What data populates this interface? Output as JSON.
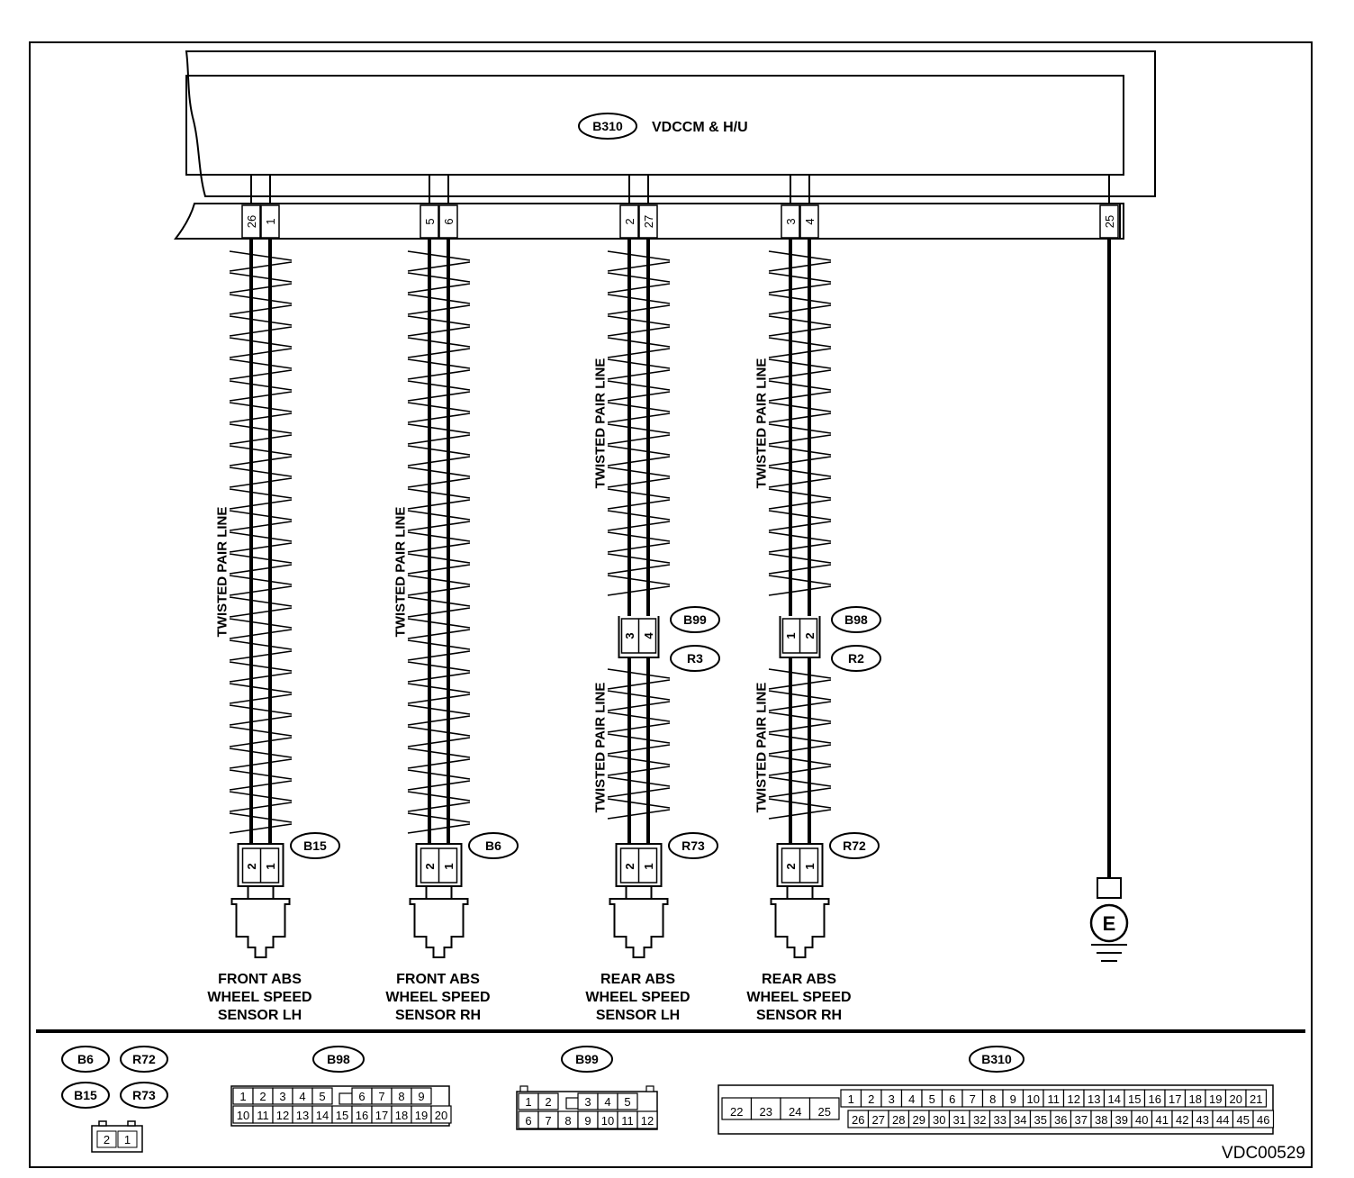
{
  "module": {
    "connector": "B310",
    "name": "VDCCM & H/U"
  },
  "harnesses": [
    {
      "id": "front-lh",
      "top_pins": [
        "26",
        "1"
      ],
      "twisted_label": "TWISTED PAIR LINE",
      "sensor_connector": {
        "label": "B15",
        "pins": [
          "2",
          "1"
        ]
      },
      "sensor_name": [
        "FRONT ABS",
        "WHEEL SPEED",
        "SENSOR LH"
      ]
    },
    {
      "id": "front-rh",
      "top_pins": [
        "5",
        "6"
      ],
      "twisted_label": "TWISTED PAIR LINE",
      "sensor_connector": {
        "label": "B6",
        "pins": [
          "2",
          "1"
        ]
      },
      "sensor_name": [
        "FRONT ABS",
        "WHEEL SPEED",
        "SENSOR RH"
      ]
    },
    {
      "id": "rear-lh",
      "top_pins": [
        "2",
        "27"
      ],
      "twisted_label": "TWISTED PAIR LINE",
      "inline_connector": {
        "pins": [
          "3",
          "4"
        ],
        "upper_label": "B99",
        "lower_label": "R3"
      },
      "lower_twisted_label": "TWISTED PAIR LINE",
      "sensor_connector": {
        "label": "R73",
        "pins": [
          "2",
          "1"
        ]
      },
      "sensor_name": [
        "REAR ABS",
        "WHEEL SPEED",
        "SENSOR LH"
      ]
    },
    {
      "id": "rear-rh",
      "top_pins": [
        "3",
        "4"
      ],
      "twisted_label": "TWISTED PAIR LINE",
      "inline_connector": {
        "pins": [
          "1",
          "2"
        ],
        "upper_label": "B98",
        "lower_label": "R2"
      },
      "lower_twisted_label": "TWISTED PAIR LINE",
      "sensor_connector": {
        "label": "R72",
        "pins": [
          "2",
          "1"
        ]
      },
      "sensor_name": [
        "REAR ABS",
        "WHEEL SPEED",
        "SENSOR RH"
      ]
    }
  ],
  "ground": {
    "pin": "25",
    "symbol": "E"
  },
  "connector_views": {
    "small": {
      "labels": [
        "B6",
        "R72",
        "B15",
        "R73"
      ],
      "pins": [
        "2",
        "1"
      ]
    },
    "b98": {
      "label": "B98",
      "row1": [
        "1",
        "2",
        "3",
        "4",
        "5",
        "",
        "6",
        "7",
        "8",
        "9"
      ],
      "row2": [
        "10",
        "11",
        "12",
        "13",
        "14",
        "15",
        "16",
        "17",
        "18",
        "19",
        "20"
      ]
    },
    "b99": {
      "label": "B99",
      "row1": [
        "1",
        "2",
        "",
        "3",
        "4",
        "5"
      ],
      "row2": [
        "6",
        "7",
        "8",
        "9",
        "10",
        "11",
        "12"
      ]
    },
    "b310": {
      "label": "B310",
      "left": [
        "22",
        "23",
        "24",
        "25"
      ],
      "row1": [
        "1",
        "2",
        "3",
        "4",
        "5",
        "6",
        "7",
        "8",
        "9",
        "10",
        "11",
        "12",
        "13",
        "14",
        "15",
        "16",
        "17",
        "18",
        "19",
        "20",
        "21"
      ],
      "row2": [
        "26",
        "27",
        "28",
        "29",
        "30",
        "31",
        "32",
        "33",
        "34",
        "35",
        "36",
        "37",
        "38",
        "39",
        "40",
        "41",
        "42",
        "43",
        "44",
        "45",
        "46"
      ]
    }
  },
  "figure_id": "VDC00529"
}
